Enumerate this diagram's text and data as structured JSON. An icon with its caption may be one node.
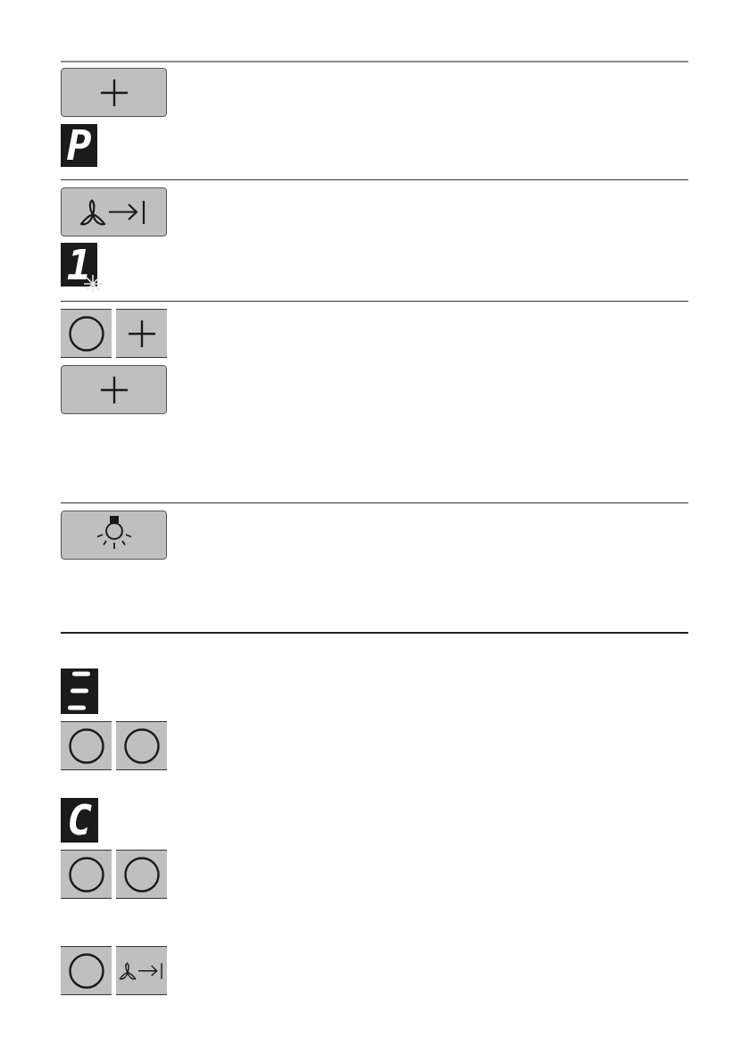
{
  "diagram": {
    "labels": [
      "P",
      "1",
      "C"
    ]
  }
}
